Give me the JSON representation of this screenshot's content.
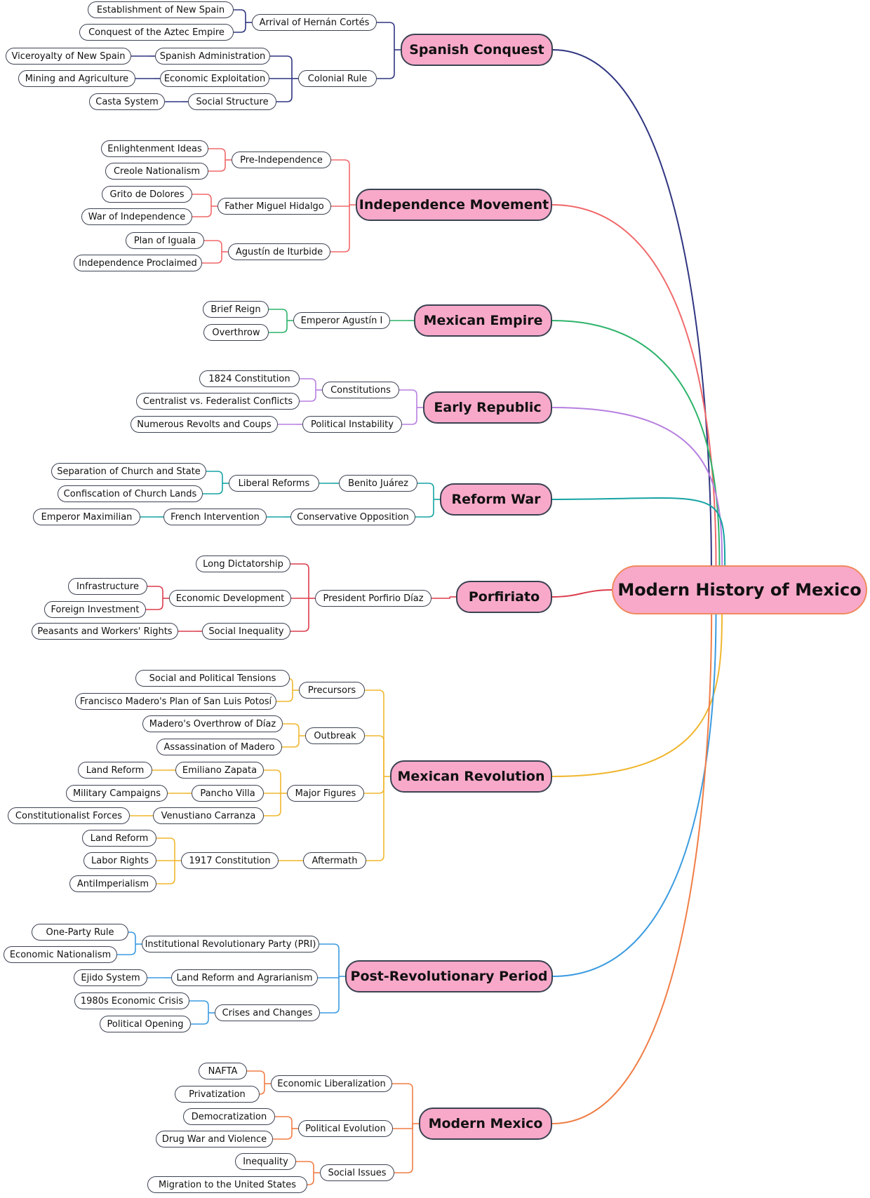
{
  "root": {
    "label": "Modern History of Mexico"
  },
  "branches": [
    {
      "label": "Spanish Conquest",
      "color": "#2f3580",
      "children": [
        {
          "label": "Arrival of Hernán Cortés",
          "children": [
            {
              "label": "Establishment of New Spain"
            },
            {
              "label": "Conquest of the Aztec Empire"
            }
          ]
        },
        {
          "label": "Colonial Rule",
          "children": [
            {
              "label": "Spanish Administration",
              "children": [
                {
                  "label": "Viceroyalty of New Spain"
                }
              ]
            },
            {
              "label": "Economic Exploitation",
              "children": [
                {
                  "label": "Mining and Agriculture"
                }
              ]
            },
            {
              "label": "Social Structure",
              "children": [
                {
                  "label": "Casta System"
                }
              ]
            }
          ]
        }
      ]
    },
    {
      "label": "Independence Movement",
      "color": "#f0686a",
      "children": [
        {
          "label": "Pre-Independence",
          "children": [
            {
              "label": "Enlightenment Ideas"
            },
            {
              "label": "Creole Nationalism"
            }
          ]
        },
        {
          "label": "Father Miguel Hidalgo",
          "children": [
            {
              "label": "Grito de Dolores"
            },
            {
              "label": "War of Independence"
            }
          ]
        },
        {
          "label": "Agustín de Iturbide",
          "children": [
            {
              "label": "Plan of Iguala"
            },
            {
              "label": "Independence Proclaimed"
            }
          ]
        }
      ]
    },
    {
      "label": "Mexican Empire",
      "color": "#2db36a",
      "children": [
        {
          "label": "Emperor Agustín I",
          "children": [
            {
              "label": "Brief Reign"
            },
            {
              "label": "Overthrow"
            }
          ]
        }
      ]
    },
    {
      "label": "Early Republic",
      "color": "#b77fe0",
      "children": [
        {
          "label": "Constitutions",
          "children": [
            {
              "label": "1824 Constitution"
            },
            {
              "label": "Centralist vs. Federalist Conflicts"
            }
          ]
        },
        {
          "label": "Political Instability",
          "children": [
            {
              "label": "Numerous Revolts and Coups"
            }
          ]
        }
      ]
    },
    {
      "label": "Reform War",
      "color": "#15a3a3",
      "children": [
        {
          "label": "Benito Juárez",
          "children": [
            {
              "label": "Liberal Reforms",
              "children": [
                {
                  "label": "Separation of Church and State"
                },
                {
                  "label": "Confiscation of Church Lands"
                }
              ]
            }
          ]
        },
        {
          "label": "Conservative Opposition",
          "children": [
            {
              "label": "French Intervention",
              "children": [
                {
                  "label": "Emperor Maximilian"
                }
              ]
            }
          ]
        }
      ]
    },
    {
      "label": "Porfiriato",
      "color": "#dc3c4c",
      "children": [
        {
          "label": "President Porfirio Díaz",
          "children": [
            {
              "label": "Long Dictatorship"
            },
            {
              "label": "Economic Development",
              "children": [
                {
                  "label": "Infrastructure"
                },
                {
                  "label": "Foreign Investment"
                }
              ]
            },
            {
              "label": "Social Inequality",
              "children": [
                {
                  "label": "Peasants and Workers' Rights"
                }
              ]
            }
          ]
        }
      ]
    },
    {
      "label": "Mexican Revolution",
      "color": "#f0b72f",
      "children": [
        {
          "label": "Precursors",
          "children": [
            {
              "label": "Social and Political Tensions"
            },
            {
              "label": "Francisco Madero's Plan of San Luis Potosí"
            }
          ]
        },
        {
          "label": "Outbreak",
          "children": [
            {
              "label": "Madero's Overthrow of Díaz"
            },
            {
              "label": "Assassination of Madero"
            }
          ]
        },
        {
          "label": "Major Figures",
          "children": [
            {
              "label": "Emiliano Zapata",
              "children": [
                {
                  "label": "Land Reform"
                }
              ]
            },
            {
              "label": "Pancho Villa",
              "children": [
                {
                  "label": "Military Campaigns"
                }
              ]
            },
            {
              "label": "Venustiano Carranza",
              "children": [
                {
                  "label": "Constitutionalist Forces"
                }
              ]
            }
          ]
        },
        {
          "label": "Aftermath",
          "children": [
            {
              "label": "1917 Constitution",
              "children": [
                {
                  "label": "Land Reform"
                },
                {
                  "label": "Labor Rights"
                },
                {
                  "label": "AntiImperialism"
                }
              ]
            }
          ]
        }
      ]
    },
    {
      "label": "Post-Revolutionary Period",
      "color": "#3b9be0",
      "children": [
        {
          "label": "Institutional Revolutionary Party (PRI)",
          "children": [
            {
              "label": "One-Party Rule"
            },
            {
              "label": "Economic Nationalism"
            }
          ]
        },
        {
          "label": "Land Reform and Agrarianism",
          "children": [
            {
              "label": "Ejido System"
            }
          ]
        },
        {
          "label": "Crises and Changes",
          "children": [
            {
              "label": "1980s Economic Crisis"
            },
            {
              "label": "Political Opening"
            }
          ]
        }
      ]
    },
    {
      "label": "Modern Mexico",
      "color": "#f07d45",
      "children": [
        {
          "label": "Economic Liberalization",
          "children": [
            {
              "label": "NAFTA"
            },
            {
              "label": "Privatization"
            }
          ]
        },
        {
          "label": "Political Evolution",
          "children": [
            {
              "label": "Democratization"
            },
            {
              "label": "Drug War and Violence"
            }
          ]
        },
        {
          "label": "Social Issues",
          "children": [
            {
              "label": "Inequality"
            },
            {
              "label": "Migration to the United States"
            }
          ]
        }
      ]
    }
  ]
}
